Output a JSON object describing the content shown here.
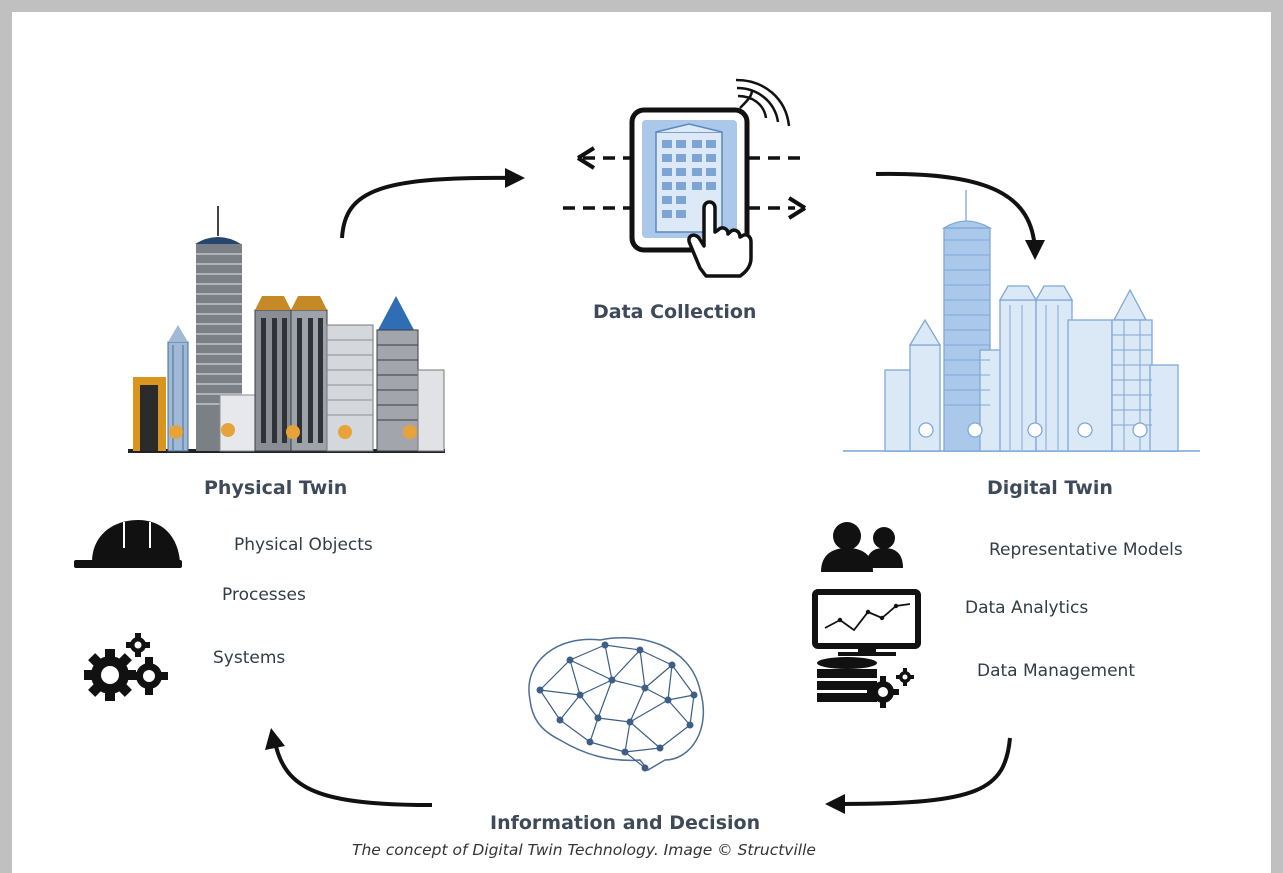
{
  "diagram": {
    "stages": {
      "data_collection": "Data Collection",
      "physical_twin": "Physical Twin",
      "digital_twin": "Digital Twin",
      "information_decision": "Information and Decision"
    },
    "physical_twin_items": [
      "Physical Objects",
      "Processes",
      "Systems"
    ],
    "digital_twin_items": [
      "Representative Models",
      "Data Analytics",
      "Data Management"
    ],
    "caption": "The concept of Digital Twin Technology. Image © Structville"
  },
  "colors": {
    "title_text": "#3e4a59",
    "arrow": "#111111",
    "digital_blue": "#7fa8d8",
    "physical_orange": "#d9951e",
    "physical_blue": "#2f6db5"
  },
  "icons": [
    "hard-hat-icon",
    "gears-icon",
    "users-icon",
    "monitor-chart-icon",
    "database-gear-icon",
    "tablet-touch-icon",
    "neural-brain-icon"
  ]
}
